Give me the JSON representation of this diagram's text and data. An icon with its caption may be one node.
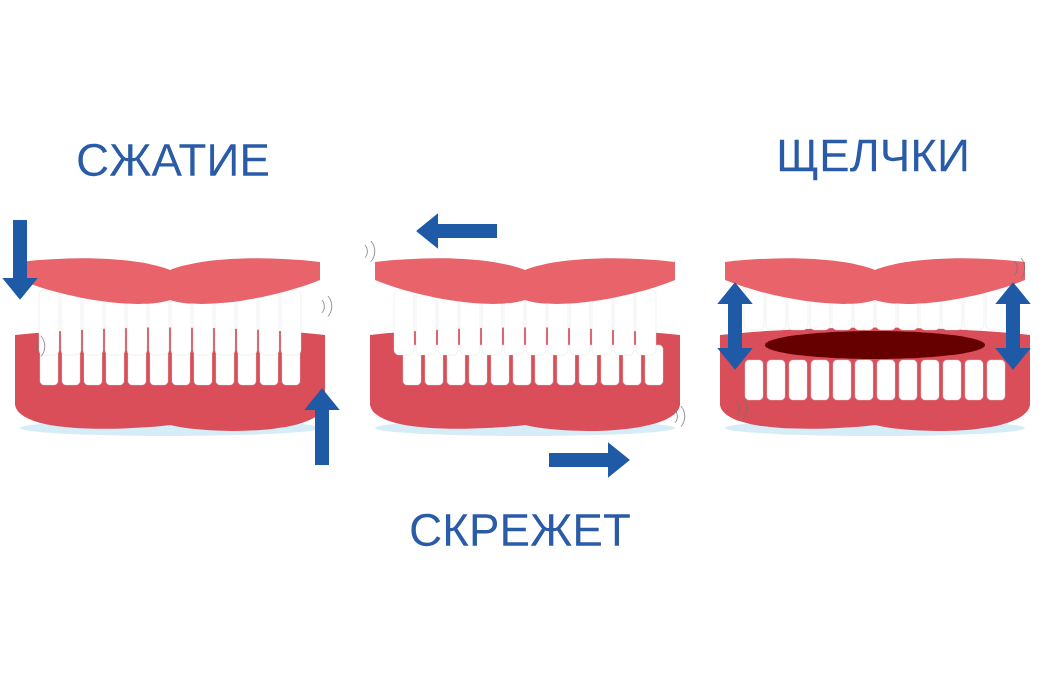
{
  "diagram": {
    "labels": [
      "СЖАТИЕ",
      "ЩЕЛЧКИ",
      "СКРЕЖЕТ"
    ]
  }
}
